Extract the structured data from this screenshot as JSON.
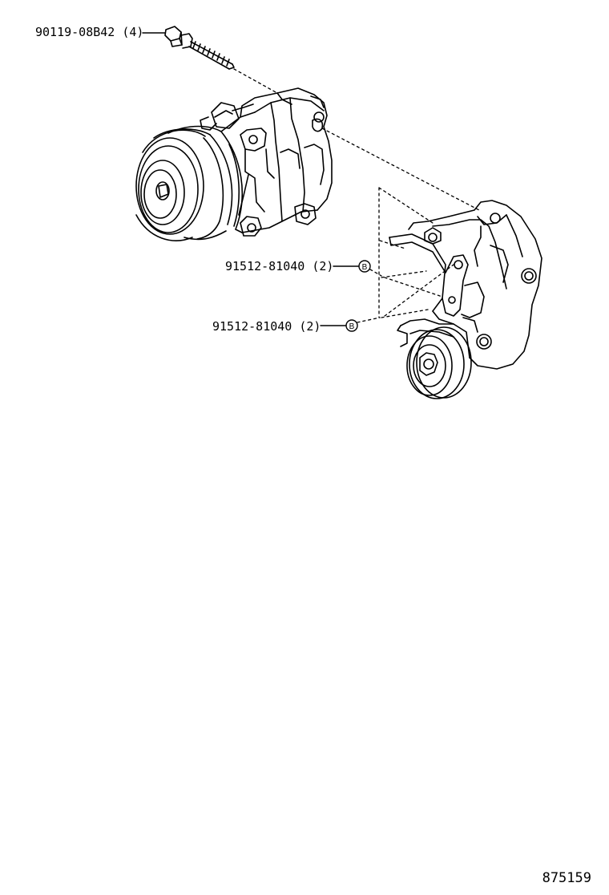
{
  "callouts": {
    "bolt": {
      "part_number": "90119-08B42",
      "qty": "(4)"
    },
    "bolt_b_upper": {
      "part_number": "91512-81040",
      "qty": "(2)",
      "marker": "B"
    },
    "bolt_b_lower": {
      "part_number": "91512-81040",
      "qty": "(2)",
      "marker": "B"
    }
  },
  "figure_code": "875159",
  "colors": {
    "line": "#000000",
    "background": "#ffffff"
  },
  "icons": [
    "bolt-icon",
    "compressor-icon",
    "bracket-icon",
    "idler-pulley-icon",
    "reference-marker-icon"
  ]
}
